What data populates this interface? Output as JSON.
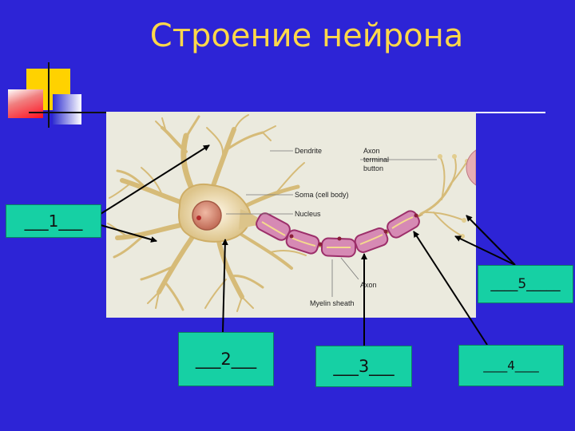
{
  "slide": {
    "title": "Строение нейрона"
  },
  "figure": {
    "labels": {
      "dendrite": "Dendrite",
      "axon_terminal_line1": "Axon",
      "axon_terminal_line2": "terminal",
      "axon_terminal_line3": "button",
      "soma": "Soma (cell body)",
      "nucleus": "Nucleus",
      "axon": "Axon",
      "myelin_sheath": "Myelin sheath"
    }
  },
  "answer_boxes": {
    "box1": "___1___",
    "box2": "___2___",
    "box3": "___3___",
    "box4": "____4____",
    "box5": "____5_____"
  },
  "colors": {
    "background": "#2d24d6",
    "title": "#ffd84a",
    "answer_box": "#16d0a4",
    "dendrite": "#d9bf7e",
    "myelin": "#d889b4"
  }
}
